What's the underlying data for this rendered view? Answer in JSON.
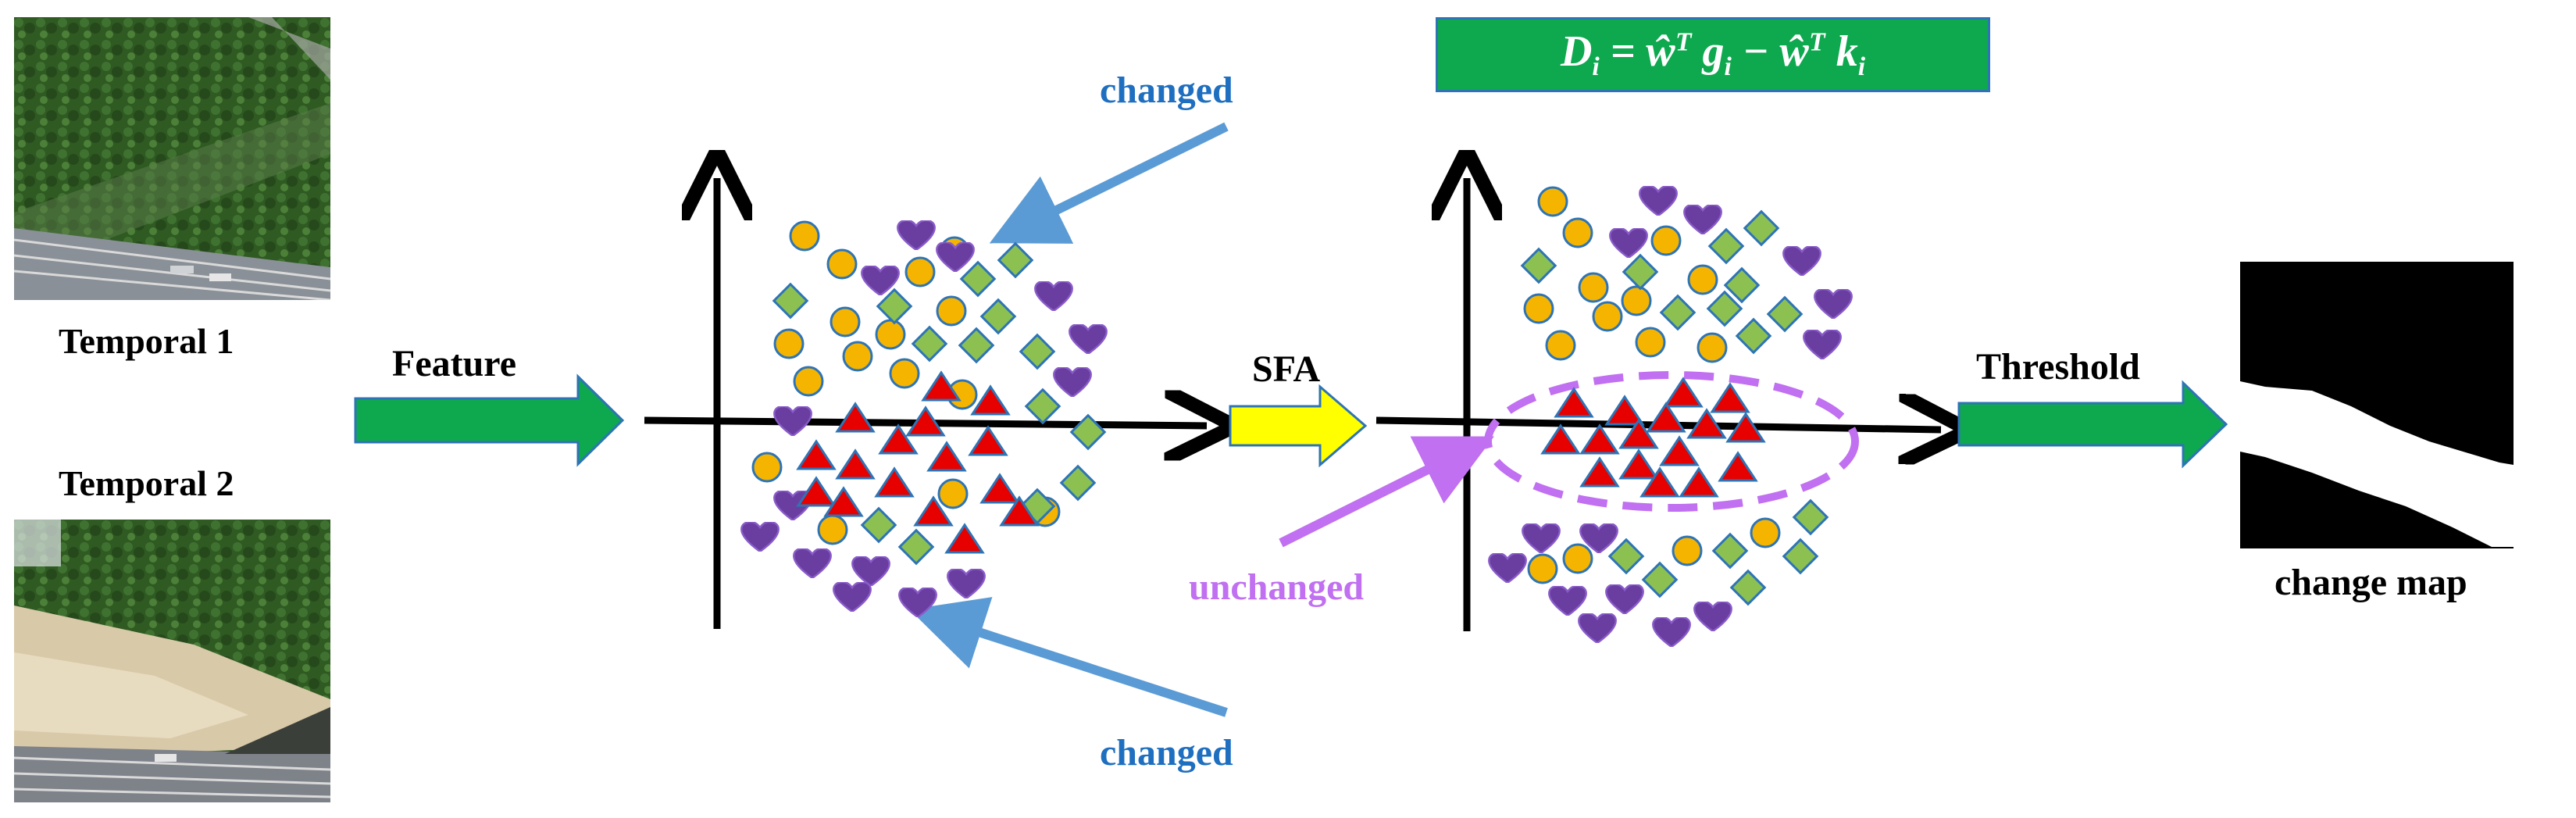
{
  "images": {
    "temporal1_label": "Temporal 1",
    "temporal2_label": "Temporal 2"
  },
  "arrows": {
    "feature_label": "Feature",
    "sfa_label": "SFA",
    "threshold_label": "Threshold"
  },
  "annotations": {
    "changed_top": "changed",
    "changed_bottom": "changed",
    "unchanged": "unchanged"
  },
  "formula": {
    "text": "D_i = ŵ^T g_i − ŵ^T k_i"
  },
  "output": {
    "change_map_label": "change map"
  },
  "colors": {
    "green_arrow": "#0ea84f",
    "yellow_arrow": "#ffff00",
    "changed_text": "#1f6fc0",
    "unchanged_text": "#c070f0",
    "circle": "#f5b400",
    "diamond": "#8cc152",
    "heart": "#6a3ea1",
    "triangle": "#e00000"
  }
}
